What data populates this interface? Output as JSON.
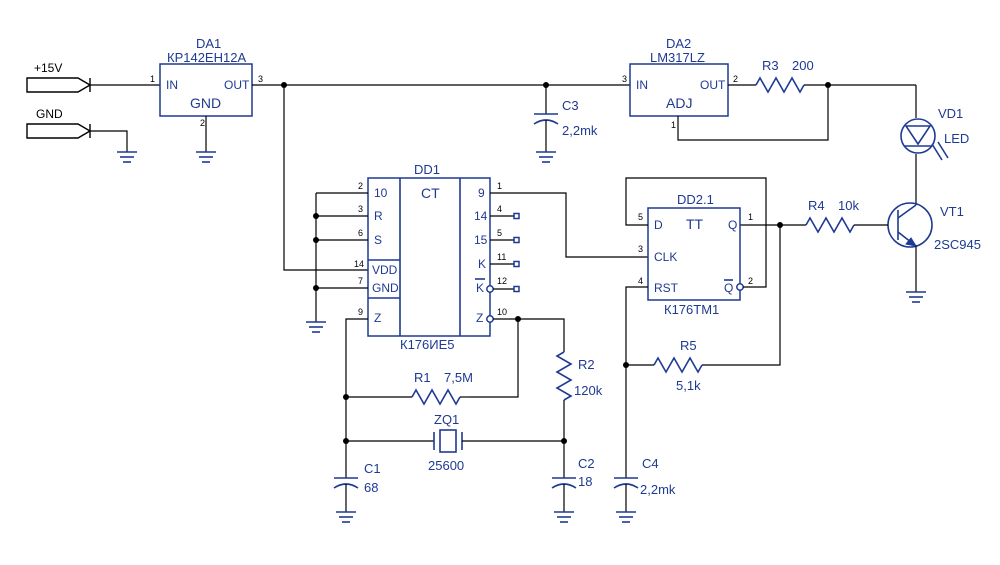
{
  "ports": {
    "vin": "+15V",
    "gnd": "GND"
  },
  "da1": {
    "ref": "DA1",
    "type": "КР142ЕН12А",
    "in": "IN",
    "out": "OUT",
    "gnd": "GND",
    "p_in": "1",
    "p_out": "3",
    "p_gnd": "2"
  },
  "da2": {
    "ref": "DA2",
    "type": "LM317LZ",
    "in": "IN",
    "out": "OUT",
    "adj": "ADJ",
    "p_in": "3",
    "p_out": "2",
    "p_adj": "1"
  },
  "r3": {
    "ref": "R3",
    "value": "200"
  },
  "c3": {
    "ref": "C3",
    "value": "2,2mk"
  },
  "vd1": {
    "ref": "VD1",
    "type": "LED"
  },
  "vt1": {
    "ref": "VT1",
    "type": "2SC945"
  },
  "r4": {
    "ref": "R4",
    "value": "10k"
  },
  "r5": {
    "ref": "R5",
    "value": "5,1k"
  },
  "dd1": {
    "ref": "DD1",
    "type": "К176ИЕ5",
    "ct": "CT",
    "left": [
      {
        "num": "2",
        "name": "10"
      },
      {
        "num": "3",
        "name": "R"
      },
      {
        "num": "6",
        "name": "S"
      },
      {
        "num": "14",
        "name": "VDD"
      },
      {
        "num": "7",
        "name": "GND"
      },
      {
        "num": "9",
        "name": "Z"
      }
    ],
    "right": [
      {
        "num": "1",
        "name": "9"
      },
      {
        "num": "4",
        "name": "14"
      },
      {
        "num": "5",
        "name": "15"
      },
      {
        "num": "11",
        "name": "K"
      },
      {
        "num": "12",
        "name": "K"
      },
      {
        "num": "10",
        "name": "Z"
      }
    ]
  },
  "dd2": {
    "ref": "DD2.1",
    "type": "К176ТМ1",
    "tt": "TT",
    "d": "D",
    "clk": "CLK",
    "rst": "RST",
    "q": "Q",
    "qbar": "Q",
    "p_d": "5",
    "p_clk": "3",
    "p_rst": "4",
    "p_q": "1",
    "p_qbar": "2"
  },
  "r1": {
    "ref": "R1",
    "value": "7,5M"
  },
  "r2": {
    "ref": "R2",
    "value": "120k"
  },
  "zq1": {
    "ref": "ZQ1",
    "value": "25600"
  },
  "c1": {
    "ref": "C1",
    "value": "68"
  },
  "c2": {
    "ref": "C2",
    "value": "18"
  },
  "c4": {
    "ref": "C4",
    "value": "2,2mk"
  }
}
